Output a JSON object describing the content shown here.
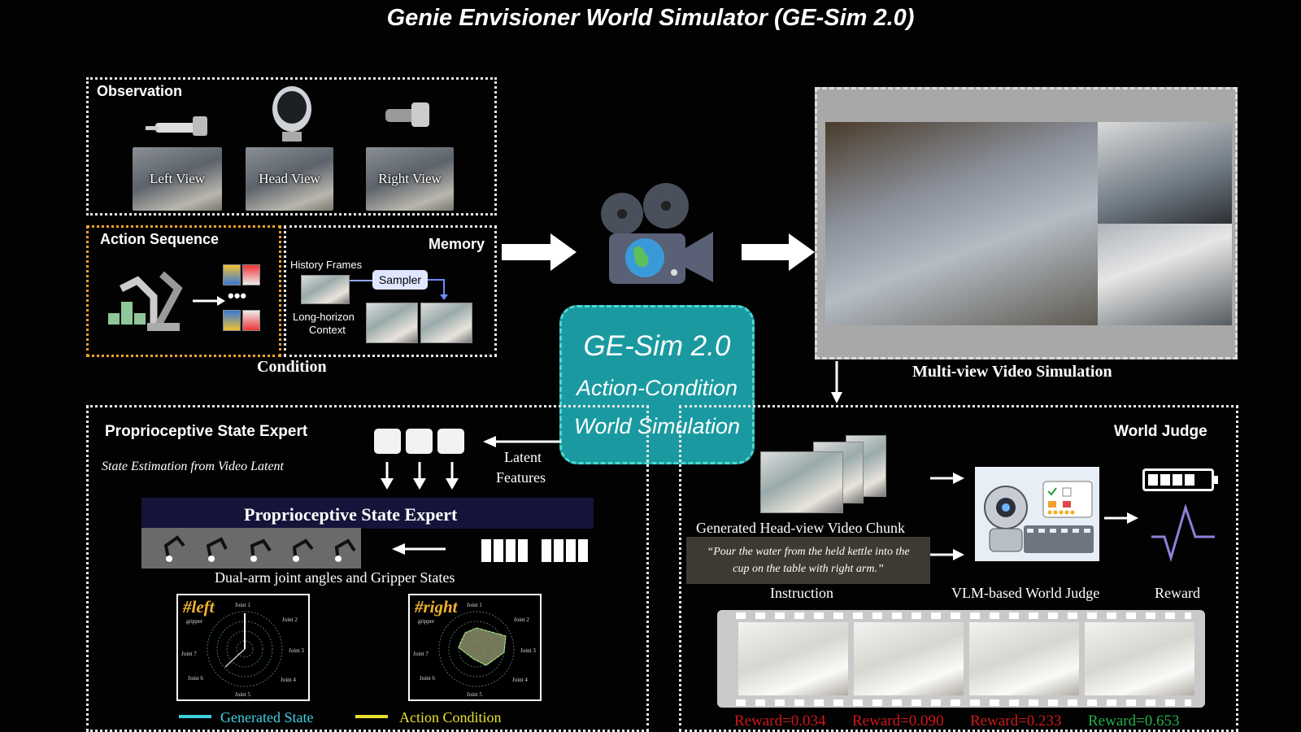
{
  "title": "Genie Envisioner World Simulator (GE-Sim 2.0)",
  "observation": {
    "heading": "Observation",
    "views": [
      "Left View",
      "Head View",
      "Right View"
    ]
  },
  "action_sequence": {
    "heading": "Action Sequence"
  },
  "memory": {
    "heading": "Memory",
    "history_frames": "History Frames",
    "sampler": "Sampler",
    "long_horizon": "Long-horizon",
    "context": "Context"
  },
  "condition_label": "Condition",
  "center": {
    "line1": "GE-Sim 2.0",
    "line2": "Action-Condition",
    "line3": "World Simulation"
  },
  "multiview_label": "Multi-view Video Simulation",
  "proprio": {
    "heading": "Proprioceptive State Expert",
    "subtitle": "State Estimation from Video Latent",
    "latent_line1": "Latent",
    "latent_line2": "Features",
    "bar_title": "Proprioceptive State Expert",
    "dual_arm": "Dual-arm joint angles and Gripper States",
    "left_tag": "#left",
    "right_tag": "#right",
    "joint_labels": [
      "Joint 1",
      "Joint 2",
      "Joint 3",
      "Joint 4",
      "Joint 5",
      "Joint 6",
      "Joint 7",
      "gripper"
    ],
    "legend_generated": "Generated State",
    "legend_action": "Action Condition",
    "colors": {
      "generated": "#3fd0e0",
      "action": "#e8e030"
    }
  },
  "world_judge": {
    "heading": "World Judge",
    "generated_chunk": "Generated Head-view Video Chunk",
    "instruction_text": "“Pour the water from the held kettle into the cup on the table with right arm.”",
    "instruction_label": "Instruction",
    "vlm_label": "VLM-based World Judge",
    "reward_label": "Reward",
    "rewards": [
      {
        "text": "Reward=0.034",
        "color": "#d01818"
      },
      {
        "text": "Reward=0.090",
        "color": "#d01818"
      },
      {
        "text": "Reward=0.233",
        "color": "#d01818"
      },
      {
        "text": "Reward=0.653",
        "color": "#22b04a"
      }
    ]
  }
}
